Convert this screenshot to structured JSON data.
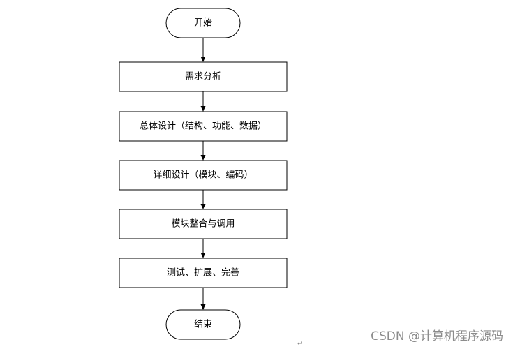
{
  "flowchart": {
    "nodes": [
      {
        "id": "start",
        "shape": "terminal",
        "label": "开始"
      },
      {
        "id": "analysis",
        "shape": "process",
        "label": "需求分析"
      },
      {
        "id": "overall",
        "shape": "process",
        "label": "总体设计（结构、功能、数据）"
      },
      {
        "id": "detail",
        "shape": "process",
        "label": "详细设计（模块、编码）"
      },
      {
        "id": "integrate",
        "shape": "process",
        "label": "模块整合与调用"
      },
      {
        "id": "test",
        "shape": "process",
        "label": "测试、扩展、完善"
      },
      {
        "id": "end",
        "shape": "terminal",
        "label": "结束"
      }
    ],
    "edges": [
      {
        "from": "start",
        "to": "analysis"
      },
      {
        "from": "analysis",
        "to": "overall"
      },
      {
        "from": "overall",
        "to": "detail"
      },
      {
        "from": "detail",
        "to": "integrate"
      },
      {
        "from": "integrate",
        "to": "test"
      },
      {
        "from": "test",
        "to": "end"
      }
    ]
  },
  "watermark": {
    "text": "CSDN @计算机程序源码"
  },
  "return_mark": "↵",
  "colors": {
    "stroke": "#000000",
    "fill": "#ffffff",
    "text": "#000000",
    "watermark": "#8c8c8c"
  }
}
